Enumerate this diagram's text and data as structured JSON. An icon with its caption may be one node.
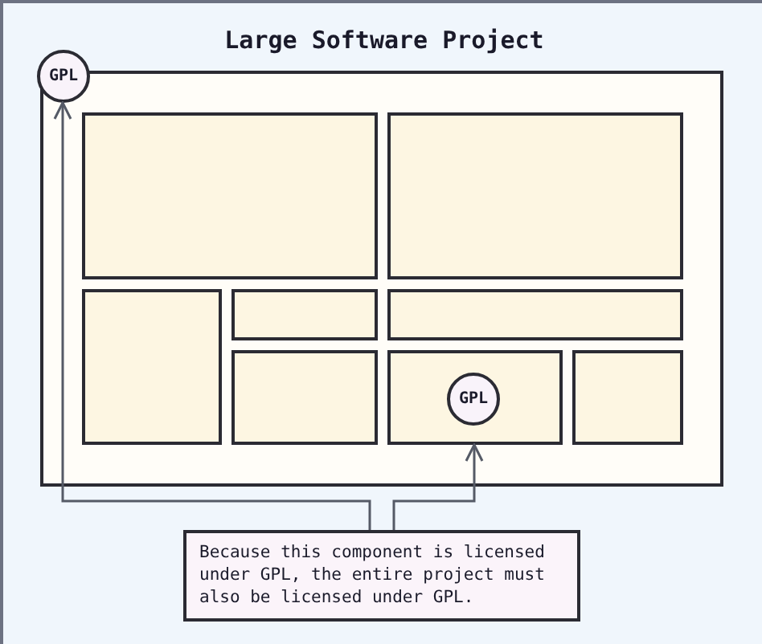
{
  "diagram": {
    "title": "Large Software Project",
    "nodes": [
      {
        "text": [],
        "shape": "box"
      },
      {
        "text": [],
        "shape": "box",
        "in": 0
      },
      {
        "text": [],
        "shape": "box",
        "in": 0
      },
      {
        "text": [],
        "shape": "box",
        "in": 0
      },
      {
        "text": [],
        "shape": "box",
        "in": 0
      },
      {
        "text": [],
        "shape": "box",
        "in": 0
      },
      {
        "text": [],
        "shape": "box",
        "in": 0
      },
      {
        "text": [],
        "shape": "box",
        "in": 0
      },
      {
        "text": [],
        "shape": "box",
        "in": 0
      },
      {
        "text": [
          "GPL"
        ]
      },
      {
        "text": [
          "GPL"
        ],
        "in": 7
      },
      {
        "text": [
          "Because this component is licensed under GPL, the entire project must also be licensed under GPL."
        ]
      }
    ],
    "edges": [
      {
        "from": 11,
        "to": 9,
        "arrow": "to"
      },
      {
        "from": 11,
        "to": 7,
        "arrow": "to"
      }
    ]
  }
}
